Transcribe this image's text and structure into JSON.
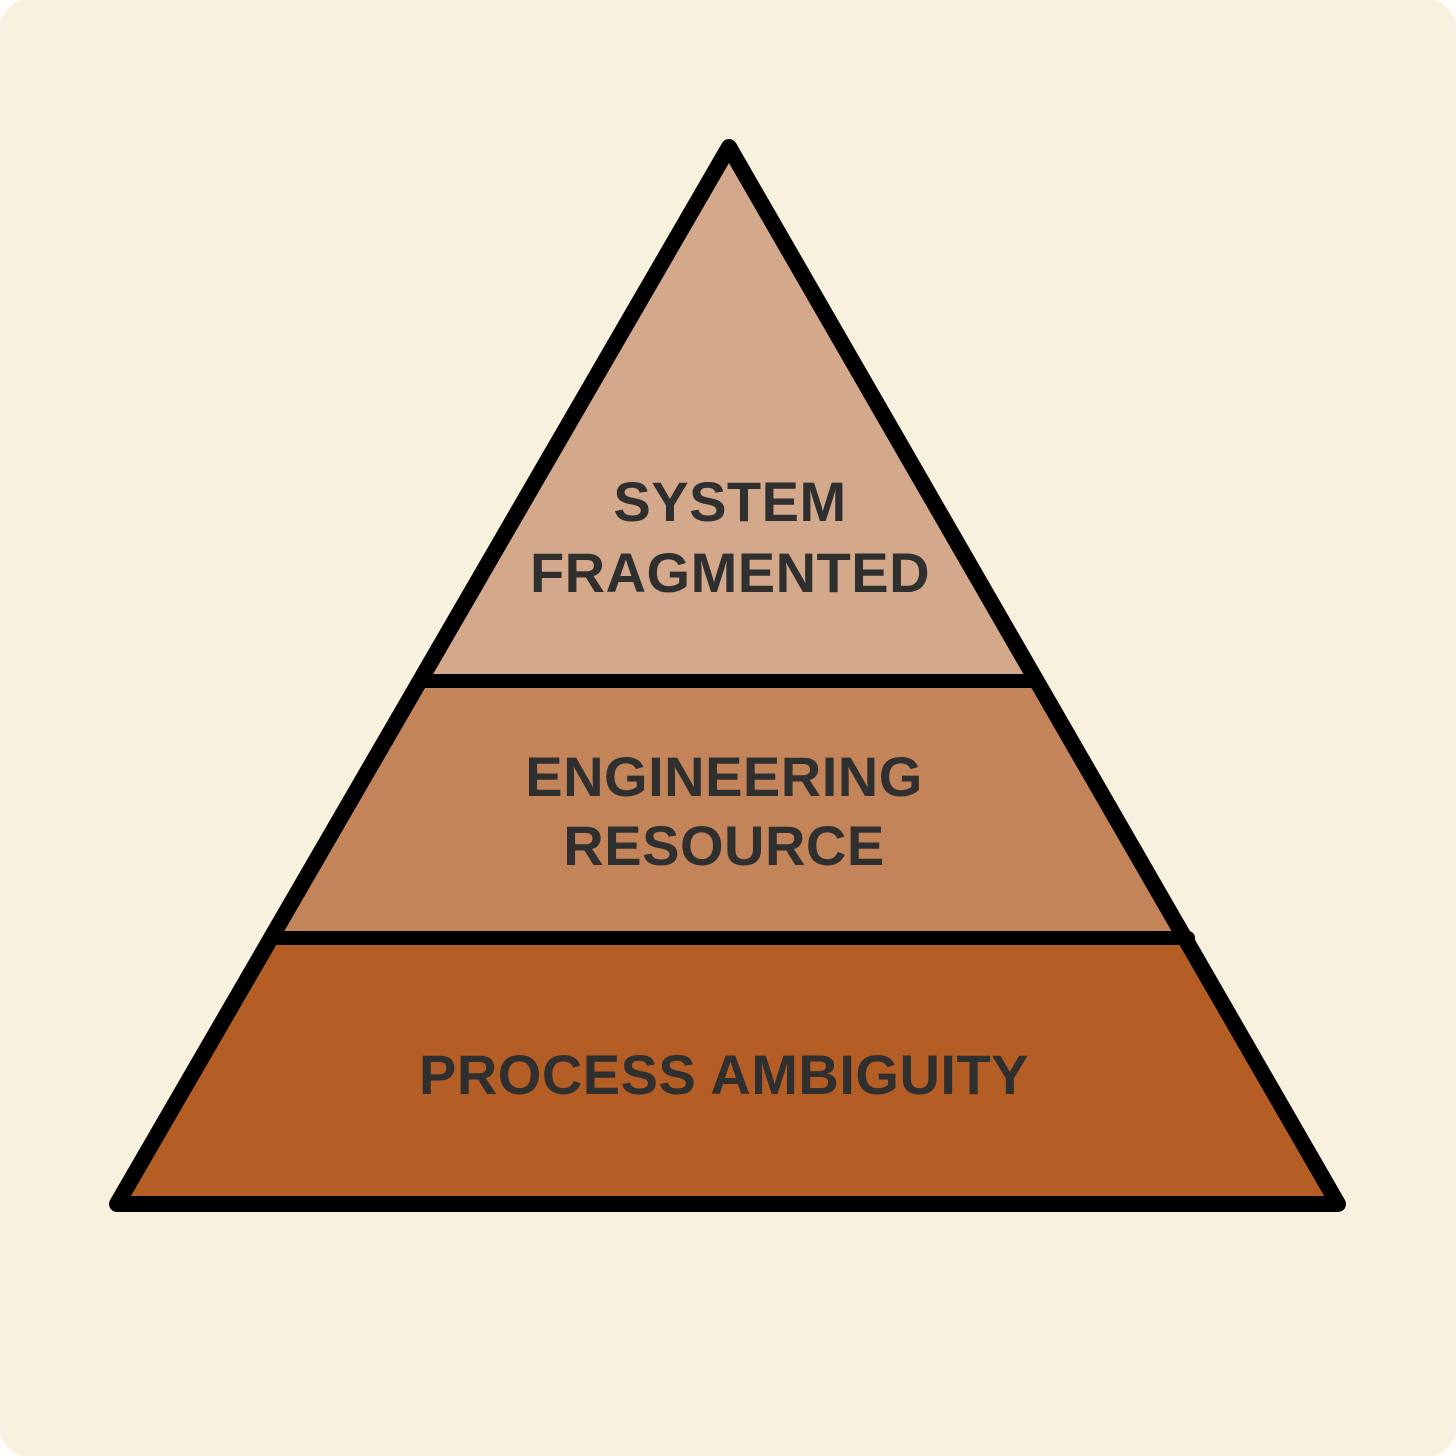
{
  "colors": {
    "background": "#F7F1DE",
    "outline": "#000000",
    "label_text": "#2F2F2F"
  },
  "pyramid": {
    "tiers": [
      {
        "lines": [
          "SYSTEM",
          "FRAGMENTED"
        ],
        "color": "#D4A98B"
      },
      {
        "lines": [
          "ENGINEERING",
          "RESOURCE"
        ],
        "color": "#C4845A"
      },
      {
        "lines": [
          "PROCESS AMBIGUITY"
        ],
        "color": "#B45D25"
      }
    ]
  }
}
